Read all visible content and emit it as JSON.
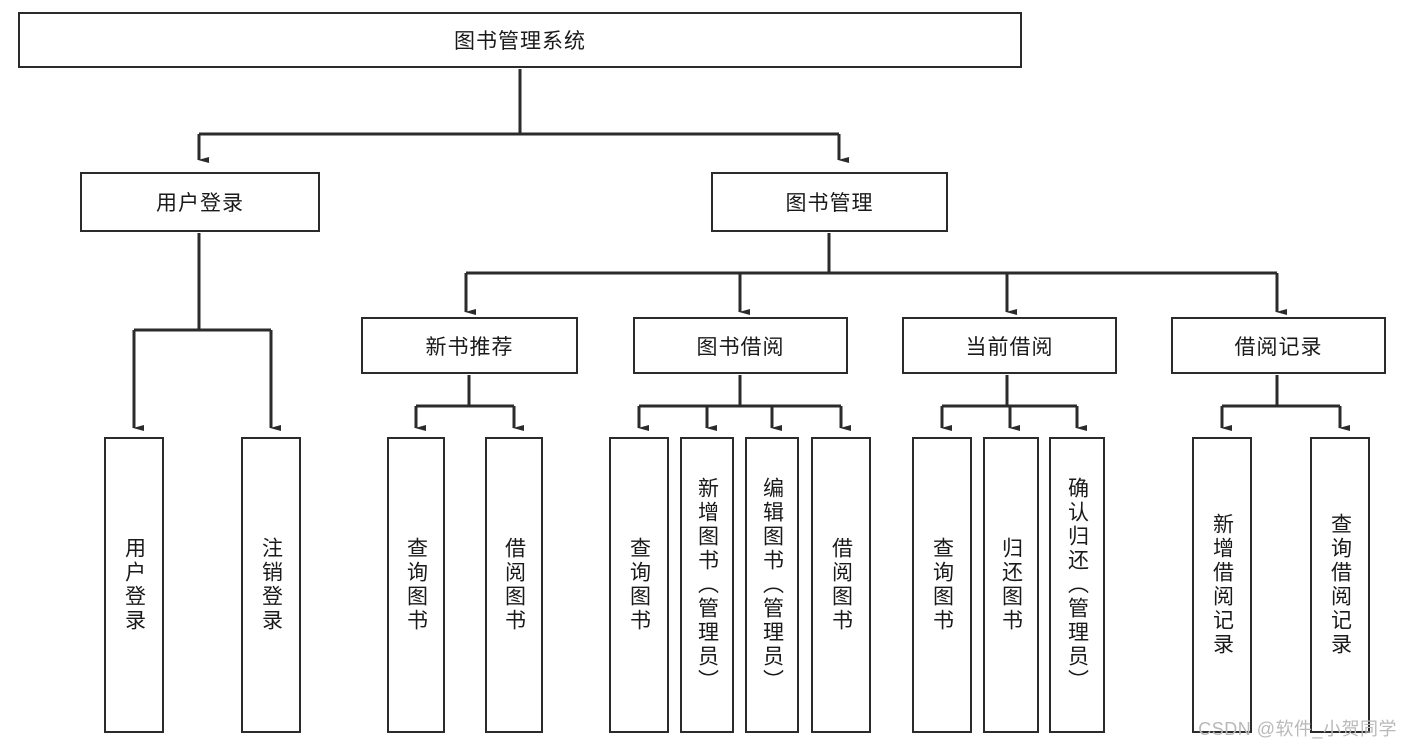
{
  "diagram": {
    "type": "tree",
    "title_node": {
      "id": "root",
      "label": "图书管理系统"
    },
    "level2": [
      {
        "id": "login",
        "label": "用户登录"
      },
      {
        "id": "bookmgmt",
        "label": "图书管理"
      }
    ],
    "level3": [
      {
        "id": "newbook",
        "label": "新书推荐",
        "parent": "bookmgmt"
      },
      {
        "id": "borrow",
        "label": "图书借阅",
        "parent": "bookmgmt"
      },
      {
        "id": "current",
        "label": "当前借阅",
        "parent": "bookmgmt"
      },
      {
        "id": "record",
        "label": "借阅记录",
        "parent": "bookmgmt"
      }
    ],
    "leaves": {
      "login": [
        {
          "id": "leaf-user-login",
          "label": "用户登录"
        },
        {
          "id": "leaf-user-logout",
          "label": "注销登录"
        }
      ],
      "newbook": [
        {
          "id": "leaf-query-book-1",
          "label": "查询图书"
        },
        {
          "id": "leaf-borrow-book-1",
          "label": "借阅图书"
        }
      ],
      "borrow": [
        {
          "id": "leaf-query-book-2",
          "label": "查询图书"
        },
        {
          "id": "leaf-add-book",
          "label": "新增图书（管理员）"
        },
        {
          "id": "leaf-edit-book",
          "label": "编辑图书（管理员）"
        },
        {
          "id": "leaf-borrow-book-2",
          "label": "借阅图书"
        }
      ],
      "current": [
        {
          "id": "leaf-query-book-3",
          "label": "查询图书"
        },
        {
          "id": "leaf-return-book",
          "label": "归还图书"
        },
        {
          "id": "leaf-confirm-return",
          "label": "确认归还（管理员）"
        }
      ],
      "record": [
        {
          "id": "leaf-add-record",
          "label": "新增借阅记录"
        },
        {
          "id": "leaf-query-record",
          "label": "查询借阅记录"
        }
      ]
    }
  },
  "watermark": {
    "text": "CSDN @软件_小贺同学"
  },
  "colors": {
    "stroke": "#2b2b2b",
    "box_fill": "#ffffff",
    "text": "#1a1a1a",
    "watermark": "#b9b9b9",
    "background": "#ffffff"
  }
}
